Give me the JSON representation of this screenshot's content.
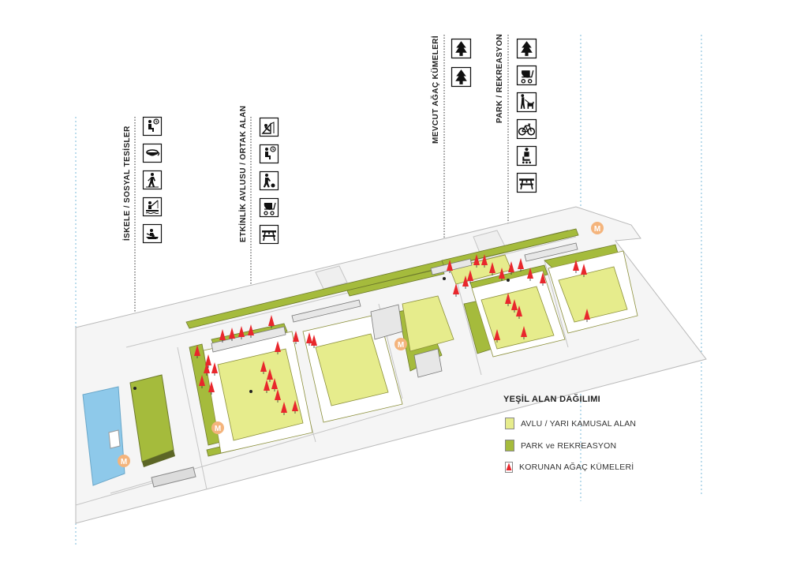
{
  "labels": {
    "iskele": "İSKELE / SOSYAL TESİSLER",
    "etkinlik": "ETKİNLİK AVLUSU / ORTAK ALAN",
    "mevcut": "MEVCUT AĞAÇ KÜMELERİ",
    "park": "PARK / REKREASYON"
  },
  "metro_marker": "M",
  "legend": {
    "title": "YEŞİL ALAN DAĞILIMI",
    "items": [
      {
        "label": "AVLU / YARI KAMUSAL ALAN",
        "color": "#e6ec8c"
      },
      {
        "label": "PARK ve REKREASYON",
        "color": "#a5bb3c"
      },
      {
        "label": "KORUNAN AĞAÇ KÜMELERİ",
        "color": "#e8272c"
      }
    ]
  },
  "icon_groups": {
    "iskele": [
      "person-bench-clock-icon",
      "coffee-cup-icon",
      "person-walking-icon",
      "person-fishing-icon",
      "rowing-boat-icon"
    ],
    "etkinlik": [
      "sliding-icon",
      "person-bench-clock-icon",
      "person-ball-icon",
      "stroller-icon",
      "picnic-table-icon"
    ],
    "mevcut": [
      "pine-tree-icon",
      "pine-tree-icon"
    ],
    "park": [
      "pine-tree-icon",
      "stroller-icon",
      "dog-walking-icon",
      "bicycle-icon",
      "skating-icon",
      "picnic-table-icon"
    ]
  },
  "colors": {
    "courtyard": "#e6ec8c",
    "park": "#a5bb3c",
    "tree": "#e8272c",
    "water": "#8ec9ea",
    "metro": "#f4b47c"
  }
}
